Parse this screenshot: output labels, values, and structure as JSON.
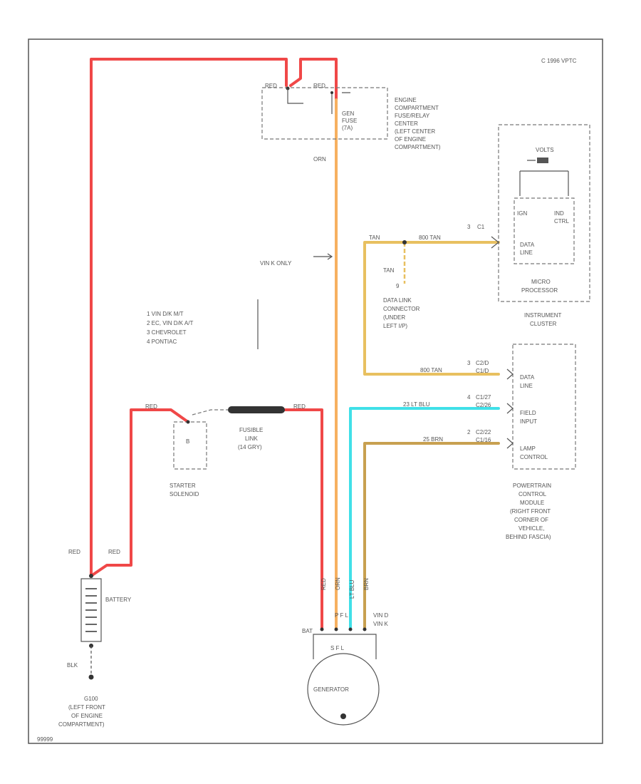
{
  "colors": {
    "red_wire": "#f04848",
    "orange_wire": "#f6b060",
    "tan_wire": "#e8c060",
    "blue_wire": "#40e0e8",
    "brown_wire": "#c8a050",
    "line": "#555555"
  },
  "copyright": "C 1996 VPTC",
  "fuse_block": {
    "left_wire_label": "RED",
    "right_wire_label": "RED",
    "fuse_label_1": "GEN",
    "fuse_label_2": "FUSE",
    "fuse_label_3": "(7A)",
    "caption": [
      "ENGINE",
      "COMPARTMENT",
      "FUSE/RELAY",
      "CENTER",
      "(LEFT CENTER",
      "OF ENGINE",
      "COMPARTMENT)"
    ]
  },
  "orn_label": "ORN",
  "vin_note": "VIN K ONLY",
  "legend": [
    "1  VIN D/K M/T",
    "2  EC, VIN D/K A/T",
    "3  CHEVROLET",
    "4  PONTIAC"
  ],
  "instrument_cluster": {
    "volts_label": "VOLTS",
    "ign_label": "IGN",
    "ind_label_1": "IND",
    "ind_label_2": "CTRL",
    "data_label_1": "DATA",
    "data_label_2": "LINE",
    "micro_label_1": "MICRO",
    "micro_label_2": "PROCESSOR",
    "caption": [
      "INSTRUMENT",
      "CLUSTER"
    ],
    "conn_num": "3",
    "conn_name": "C1"
  },
  "data_link": {
    "wire_left": "TAN",
    "wire_right": "800 TAN",
    "drop_label": "TAN",
    "pin": "9",
    "caption": [
      "DATA LINK",
      "CONNECTOR",
      "(UNDER",
      "LEFT I/P)"
    ]
  },
  "pcm": {
    "data_label_1": "DATA",
    "data_label_2": "LINE",
    "field_label_1": "FIELD",
    "field_label_2": "INPUT",
    "lamp_label_1": "LAMP",
    "lamp_label_2": "CONTROL",
    "conn1_num": "3",
    "conn1_name": "C2/D",
    "conn1_name2": "C1/D",
    "conn2_num": "4",
    "conn2_name": "C1/27",
    "conn2_name2": "C2/26",
    "conn3_num": "2",
    "conn3_name": "C2/22",
    "conn3_name2": "C1/16",
    "wire_data": "800 TAN",
    "wire_field": "23  LT BLU",
    "wire_lamp": "25  BRN",
    "caption": [
      "POWERTRAIN",
      "CONTROL",
      "MODULE",
      "(RIGHT FRONT",
      "CORNER OF",
      "VEHICLE,",
      "BEHIND FASCIA)"
    ]
  },
  "starter": {
    "wire_label": "RED",
    "terminal": "B",
    "caption": [
      "STARTER",
      "SOLENOID"
    ]
  },
  "fusible_link": {
    "wire_label": "RED",
    "caption": [
      "FUSIBLE",
      "LINK",
      "(14 GRY)"
    ]
  },
  "battery": {
    "label": "BATTERY",
    "wire_label_left": "RED",
    "wire_label_right": "RED",
    "ground_wire": "BLK",
    "ground_caption": [
      "G100",
      "(LEFT FRONT",
      "OF ENGINE",
      "COMPARTMENT)"
    ]
  },
  "generator": {
    "label": "GENERATOR",
    "terminal_bat": "BAT",
    "pins": "S    F    L",
    "wire_labels": [
      "RED",
      "ORN",
      "LT BLU",
      "BRN"
    ],
    "pin_letters_1": "P   F   L",
    "pin_letters_2": "VIN D",
    "pin_letters_3": "VIN K"
  },
  "figure_id": "99999"
}
